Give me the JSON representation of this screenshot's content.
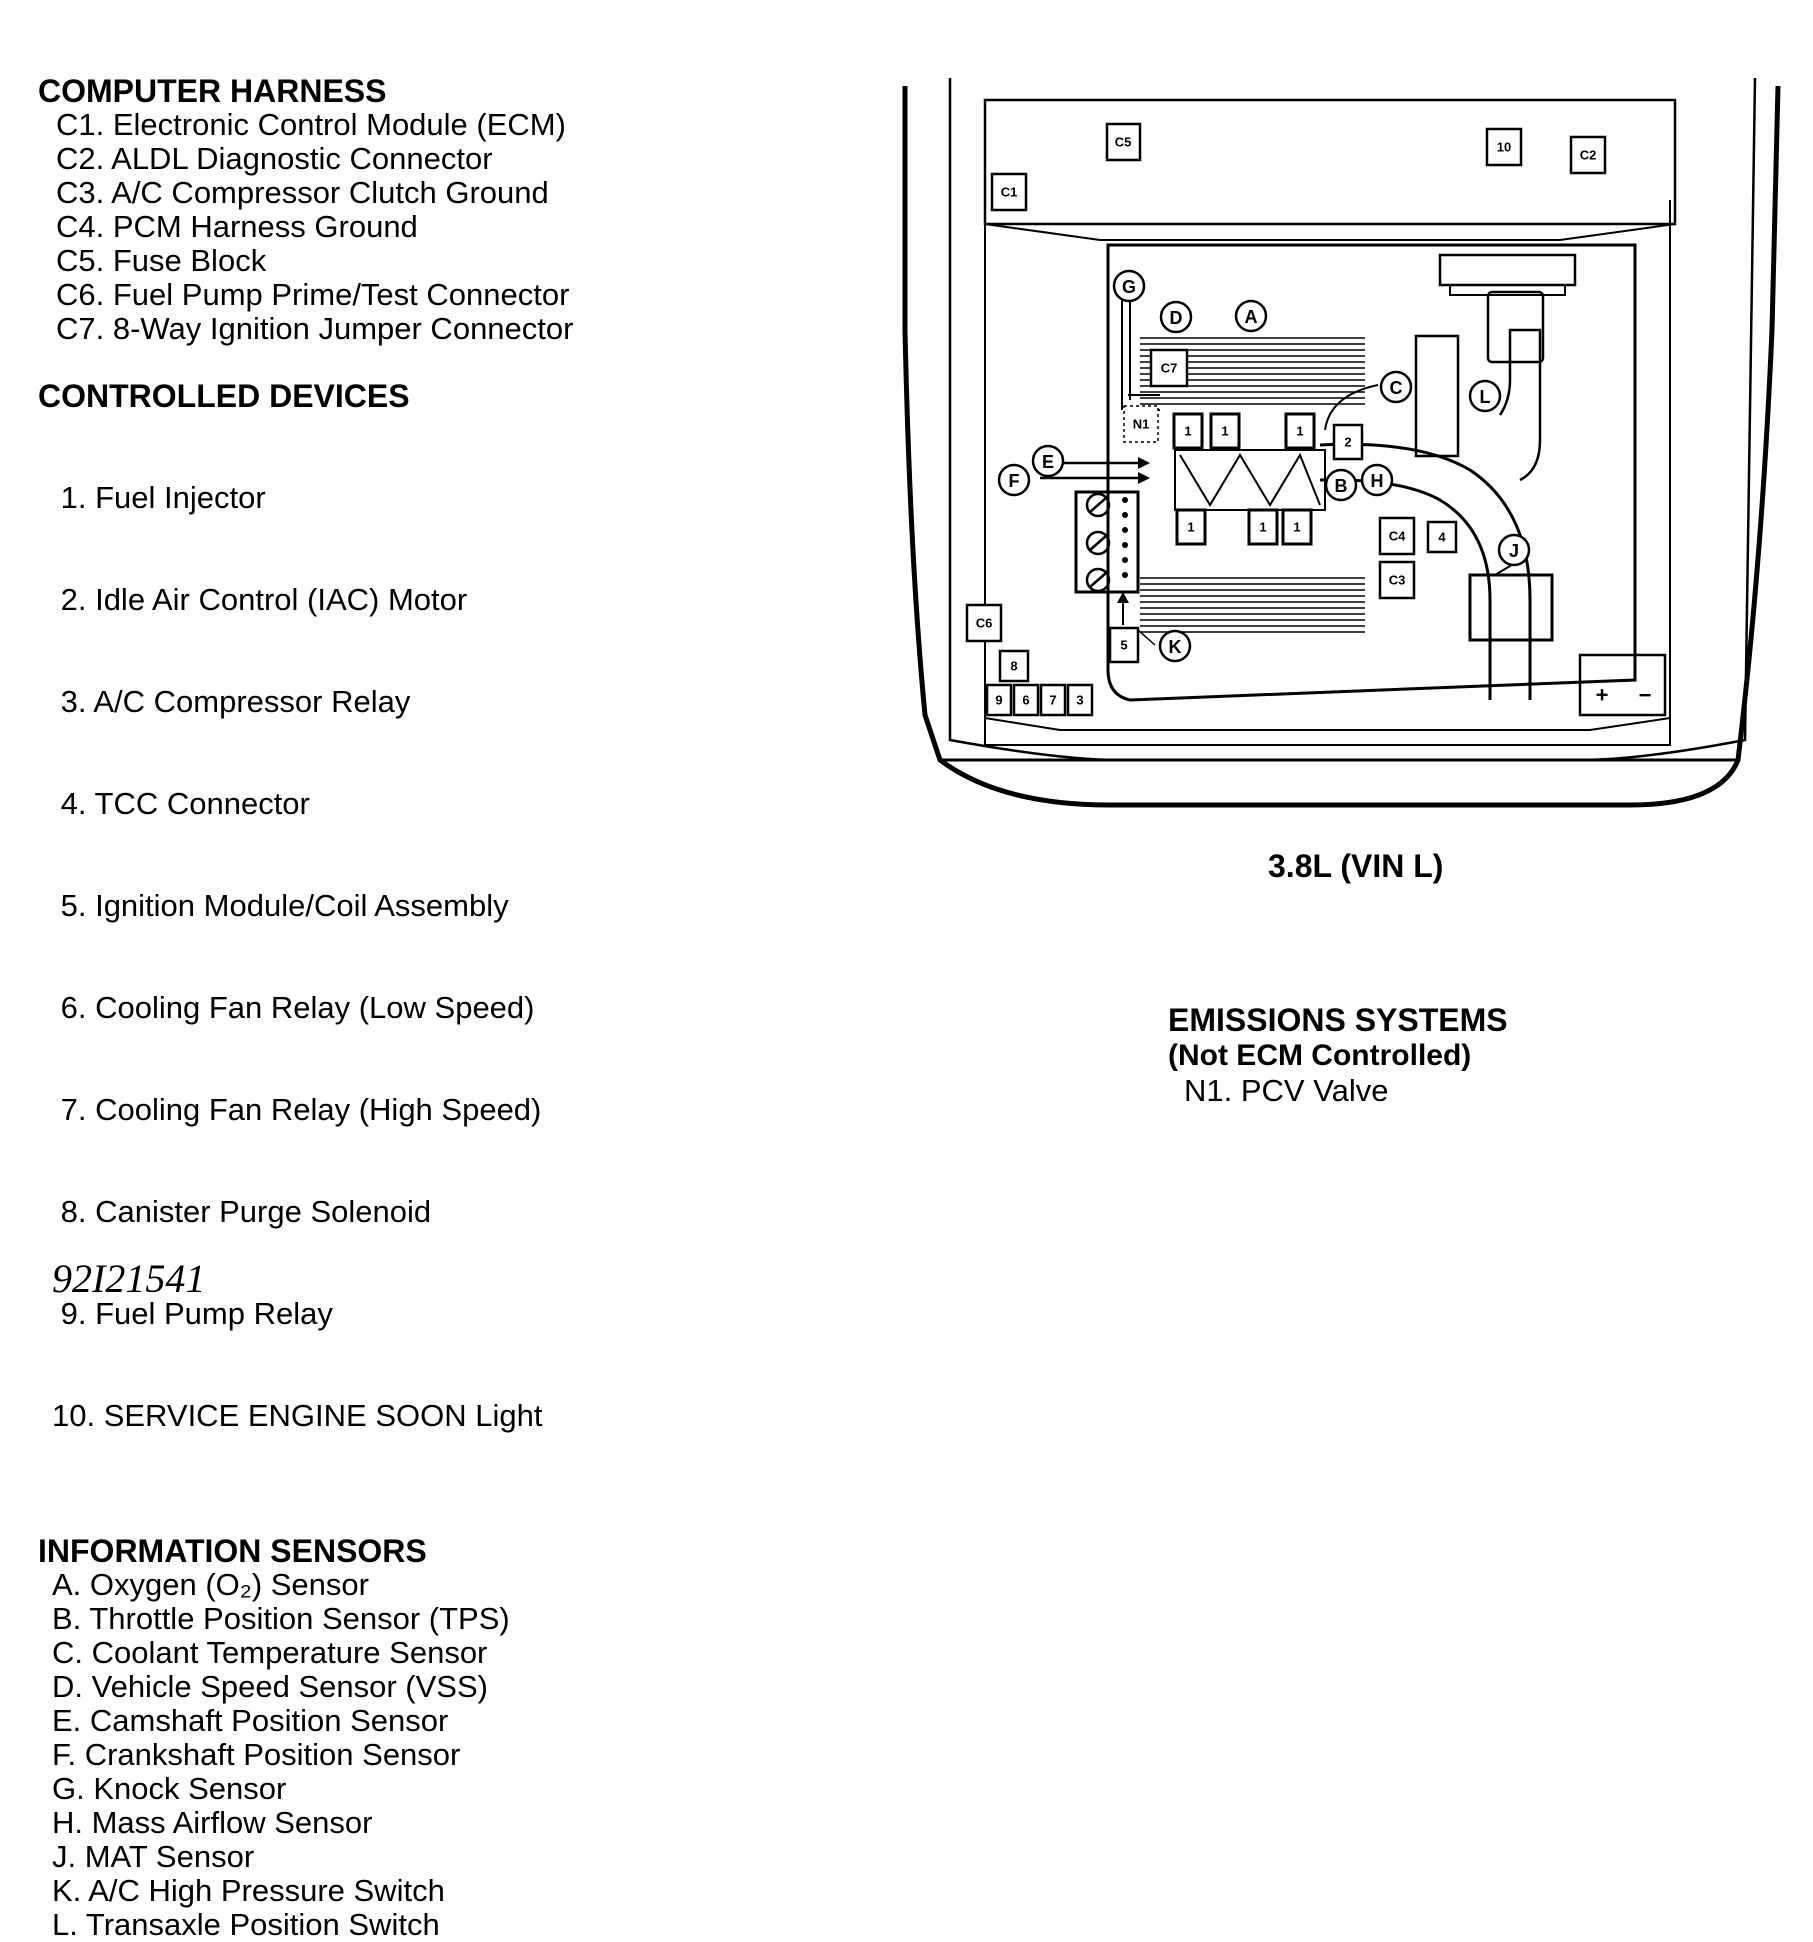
{
  "computer_harness": {
    "heading": "COMPUTER HARNESS",
    "items": [
      "C1. Electronic Control Module (ECM)",
      "C2. ALDL Diagnostic Connector",
      "C3. A/C Compressor Clutch Ground",
      "C4. PCM Harness Ground",
      "C5. Fuse Block",
      "C6. Fuel Pump Prime/Test Connector",
      "C7. 8-Way Ignition Jumper Connector"
    ]
  },
  "controlled_devices": {
    "heading": "CONTROLLED DEVICES",
    "items": [
      " 1. Fuel Injector",
      " 2. Idle Air Control (IAC) Motor",
      " 3. A/C Compressor Relay",
      " 4. TCC Connector",
      " 5. Ignition Module/Coil Assembly",
      " 6. Cooling Fan Relay (Low Speed)",
      " 7. Cooling Fan Relay (High Speed)",
      " 8. Canister Purge Solenoid",
      " 9. Fuel Pump Relay",
      "10. SERVICE ENGINE SOON Light"
    ]
  },
  "information_sensors": {
    "heading": "INFORMATION SENSORS",
    "items": [
      "A. Oxygen (O₂) Sensor",
      "B. Throttle Position Sensor (TPS)",
      "C. Coolant Temperature Sensor",
      "D. Vehicle Speed Sensor (VSS)",
      "E. Camshaft Position Sensor",
      "F. Crankshaft Position Sensor",
      "G. Knock Sensor",
      "H. Mass Airflow Sensor",
      "J. MAT Sensor",
      "K. A/C High Pressure Switch",
      "L. Transaxle Position Switch"
    ]
  },
  "figure_id": "92I21541",
  "diagram": {
    "caption": "3.8L (VIN L)",
    "box_labels": {
      "c1": "C1",
      "c2": "C2",
      "c3": "C3",
      "c4": "C4",
      "c5": "C5",
      "c6": "C6",
      "c7": "C7",
      "n1": "N1",
      "r10": "10",
      "r2": "2",
      "r4": "4",
      "r5": "5",
      "r8": "8",
      "r9": "9",
      "r6": "6",
      "r7": "7",
      "r3": "3",
      "inj": "1",
      "batt_plus": "+",
      "batt_minus": "−"
    },
    "circle_labels": {
      "a": "A",
      "b": "B",
      "c": "C",
      "d": "D",
      "e": "E",
      "f": "F",
      "g": "G",
      "h": "H",
      "j": "J",
      "k": "K",
      "l": "L"
    }
  },
  "emissions": {
    "heading": "EMISSIONS SYSTEMS",
    "subheading": "(Not ECM Controlled)",
    "item": "N1. PCV Valve"
  }
}
